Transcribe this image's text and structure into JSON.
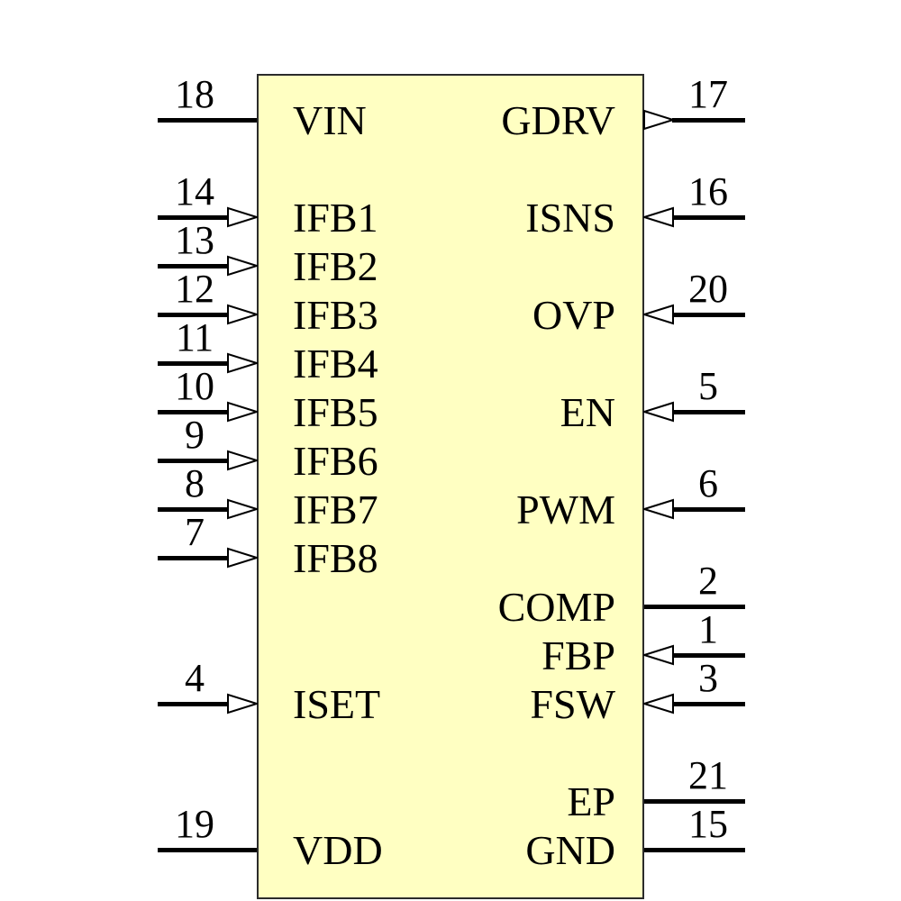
{
  "diagram": {
    "type": "ic-pin-diagram",
    "body_fill": "#FFFFC2",
    "body_border": "#2B2B2B",
    "line_color": "#000000",
    "arrow_fill": "#FFFFFF"
  },
  "pins": {
    "left": [
      {
        "number": "18",
        "label": "VIN",
        "row": 0,
        "arrow": "none"
      },
      {
        "number": "14",
        "label": "IFB1",
        "row": 2,
        "arrow": "in"
      },
      {
        "number": "13",
        "label": "IFB2",
        "row": 3,
        "arrow": "in"
      },
      {
        "number": "12",
        "label": "IFB3",
        "row": 4,
        "arrow": "in"
      },
      {
        "number": "11",
        "label": "IFB4",
        "row": 5,
        "arrow": "in"
      },
      {
        "number": "10",
        "label": "IFB5",
        "row": 6,
        "arrow": "in"
      },
      {
        "number": "9",
        "label": "IFB6",
        "row": 7,
        "arrow": "in"
      },
      {
        "number": "8",
        "label": "IFB7",
        "row": 8,
        "arrow": "in"
      },
      {
        "number": "7",
        "label": "IFB8",
        "row": 9,
        "arrow": "in"
      },
      {
        "number": "4",
        "label": "ISET",
        "row": 12,
        "arrow": "in"
      },
      {
        "number": "19",
        "label": "VDD",
        "row": 15,
        "arrow": "none"
      }
    ],
    "right": [
      {
        "number": "17",
        "label": "GDRV",
        "row": 0,
        "arrow": "out"
      },
      {
        "number": "16",
        "label": "ISNS",
        "row": 2,
        "arrow": "in"
      },
      {
        "number": "20",
        "label": "OVP",
        "row": 4,
        "arrow": "in"
      },
      {
        "number": "5",
        "label": "EN",
        "row": 6,
        "arrow": "in"
      },
      {
        "number": "6",
        "label": "PWM",
        "row": 8,
        "arrow": "in"
      },
      {
        "number": "2",
        "label": "COMP",
        "row": 10,
        "arrow": "none"
      },
      {
        "number": "1",
        "label": "FBP",
        "row": 11,
        "arrow": "in"
      },
      {
        "number": "3",
        "label": "FSW",
        "row": 12,
        "arrow": "in"
      },
      {
        "number": "21",
        "label": "EP",
        "row": 14,
        "arrow": "none"
      },
      {
        "number": "15",
        "label": "GND",
        "row": 15,
        "arrow": "none"
      }
    ]
  }
}
